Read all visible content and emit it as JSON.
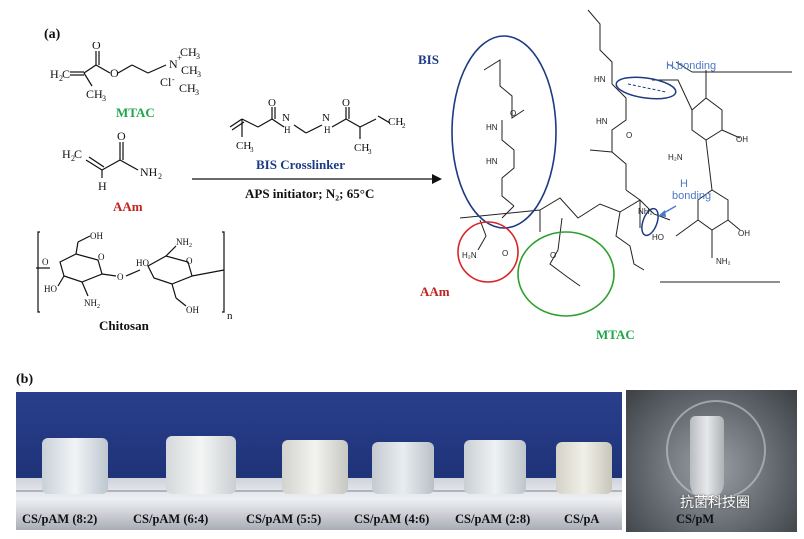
{
  "panel_a": {
    "label": "(a)",
    "mtac_label": "MTAC",
    "aam_label": "AAm",
    "chitosan_label": "Chitosan",
    "chitosan_repeat": "n",
    "bis_crosslinker_label": "BIS Crosslinker",
    "conditions": "APS initiator; N₂; 65°C",
    "network": {
      "bis_label": "BIS",
      "aam_label": "AAm",
      "mtac_label": "MTAC",
      "hbond_label_1": "H bonding",
      "hbond_label_2_line1": "H",
      "hbond_label_2_line2": "bonding",
      "atom_labels": [
        "HN",
        "HN",
        "HN",
        "HN",
        "H₂N",
        "NH₂",
        "HO",
        "OH",
        "OH",
        "H₂N",
        "NH₂",
        "O",
        "O",
        "O",
        "O"
      ]
    },
    "colors": {
      "mtac": "#1fa64a",
      "aam": "#c0221f",
      "bis": "#1d3a84",
      "hbond": "#4e79c4"
    }
  },
  "panel_b": {
    "label": "(b)",
    "samples": [
      "CS/pAM (8:2)",
      "CS/pAM (6:4)",
      "CS/pAM (5:5)",
      "CS/pAM (4:6)",
      "CS/pAM (2:8)",
      "CS/pA"
    ],
    "inset_label": "CS/pM",
    "watermark": "抗菌科技圈"
  }
}
